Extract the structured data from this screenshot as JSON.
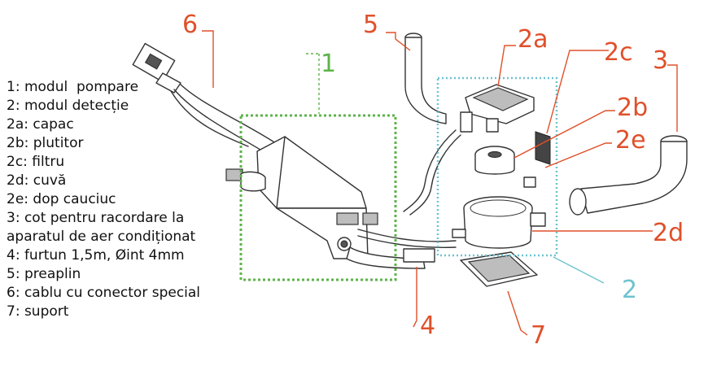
{
  "legend": [
    "1: modul  pompare",
    "2: modul detecție",
    "2a: capac",
    "2b: plutitor",
    "2c: filtru",
    "2d: cuvă",
    "2e: dop cauciuc",
    "3: cot pentru racordare la",
    "aparatul de aer condiționat",
    "4: furtun 1,5m, Øint 4mm",
    "5: preaplin",
    "6: cablu cu conector special",
    "7: suport"
  ],
  "callouts": {
    "c1": "1",
    "c2": "2",
    "c2a": "2a",
    "c2b": "2b",
    "c2c": "2c",
    "c2d": "2d",
    "c2e": "2e",
    "c3": "3",
    "c4": "4",
    "c5": "5",
    "c6": "6",
    "c7": "7"
  },
  "colors": {
    "orange": "#e0502a",
    "green": "#5db34a",
    "cyan": "#6fc2cf",
    "drawing": "#333333"
  }
}
